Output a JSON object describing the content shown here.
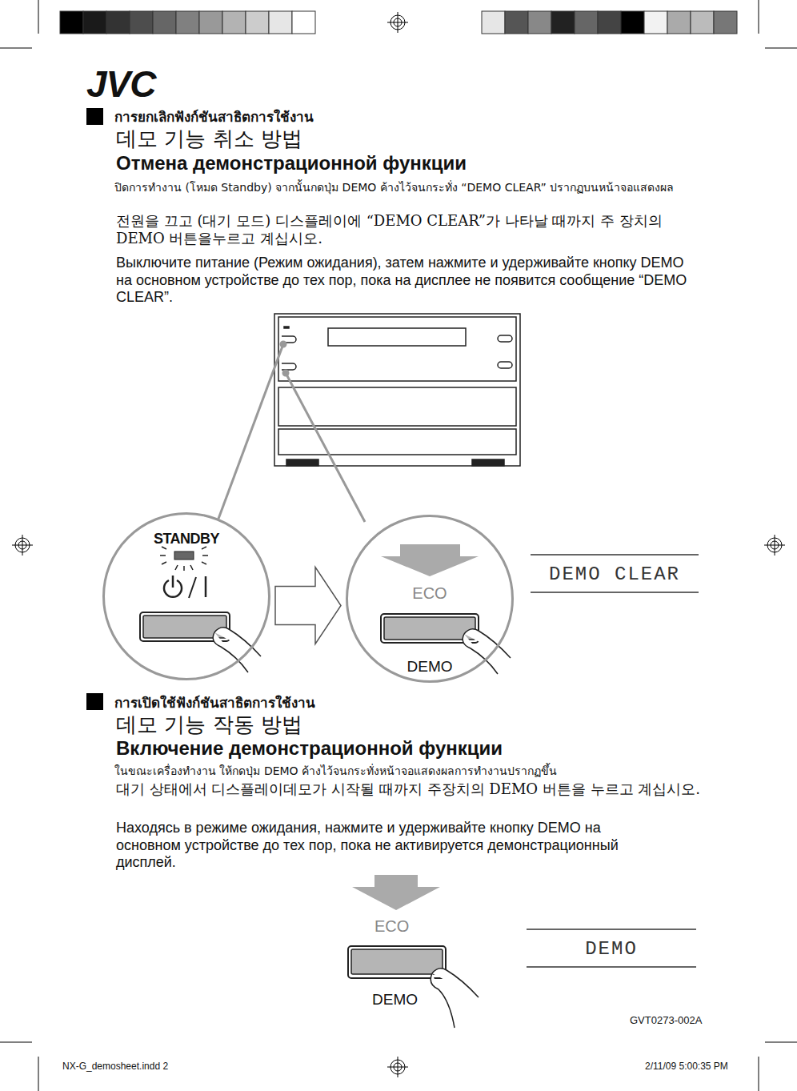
{
  "diagram": {
    "nodes": [
      {
        "text": [
          "STANDBY"
        ]
      },
      {
        "text": [
          "ECO",
          "DEMO"
        ]
      },
      {
        "text": [
          "DEMO CLEAR"
        ]
      },
      {
        "text": [
          "DEMO"
        ]
      }
    ],
    "edges": [
      {
        "from": 0,
        "to": 1,
        "arrow": "to"
      }
    ],
    "labels": [
      "JVC",
      "การยกเลิกฟังก์ชันสาธิตการใช้งาน",
      "데모 기능 취소 방법",
      "Отмена демонстрационной функции",
      "ปิดการทำงาน (โหมด Standby) จากนั้นกดปุ่ม DEMO ค้างไว้จนกระทั่ง “DEMO CLEAR” ปรากฏบนหน้าจอแสดงผล",
      "전원을 끄고 (대기 모드) 디스플레이에 “DEMO CLEAR”가 나타날 때까지 주 장치의 DEMO 버튼을누르고 계십시오.",
      "Выключите питание (Режим ожидания), затем нажмите и удерживайте кнопку DEMO на основном устройстве до тех пор, пока на дисплее не появится сообщение “DEMO CLEAR”.",
      "การเปิดใช้ฟังก์ชันสาธิตการใช้งาน",
      "데모 기능 작동 방법",
      "Включение демонстрационной функции",
      "ในขณะเครื่องทำงาน ให้กดปุ่ม DEMO ค้างไว้จนกระทั่งหน้าจอแสดงผลการทำงานปรากฏขึ้น",
      "대기 상태에서 디스플레이데모가 시작될 때까지 주장치의 DEMO 버튼을 누르고 계십시오.",
      "Находясь в режиме ожидания, нажмите и удерживайте кнопку DEMO на основном устройстве до тех пор, пока не активируется демонстрационный дисплей.",
      "ECO",
      "DEMO",
      "GVT0273-002A",
      "NX-G_demosheet.indd 2",
      "2/11/09 5:00:35 PM"
    ]
  }
}
